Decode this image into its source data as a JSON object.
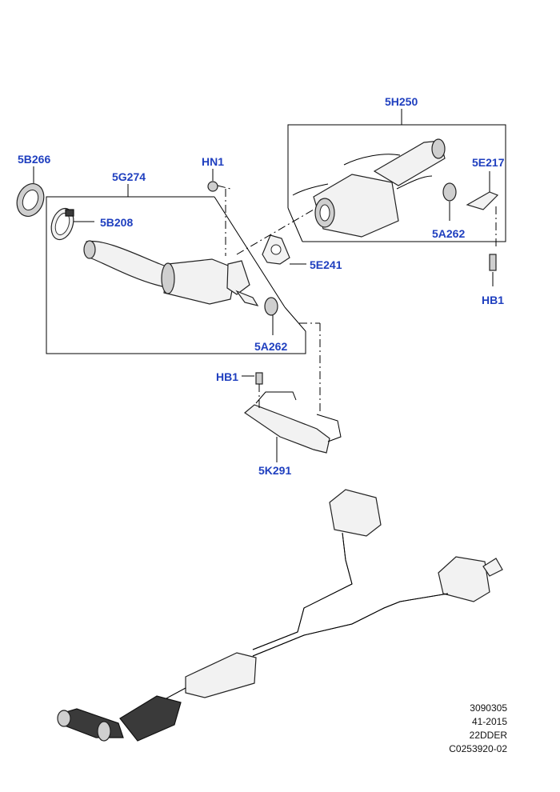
{
  "callouts": {
    "5B266": "5B266",
    "5G274": "5G274",
    "HN1": "HN1",
    "5B208": "5B208",
    "5E241": "5E241",
    "5A262_front": "5A262",
    "5H250": "5H250",
    "5E217": "5E217",
    "5A262_rear": "5A262",
    "HB1_rear": "HB1",
    "HB1_mid": "HB1",
    "5K291": "5K291"
  },
  "reference": {
    "line1": "3090305",
    "line2": "41-2015",
    "line3": "22DDER",
    "line4": "C0253920-02"
  },
  "colors": {
    "callout": "#1f3fbf",
    "line": "#000000"
  }
}
